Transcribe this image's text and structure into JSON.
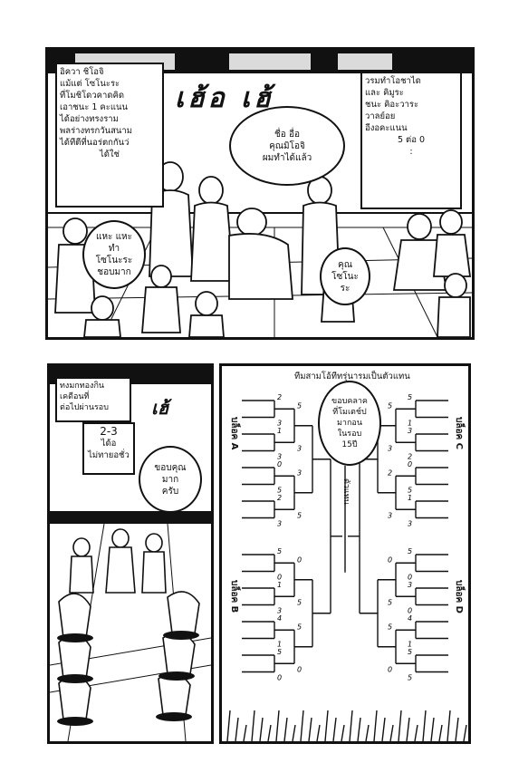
{
  "panel1": {
    "caption_left": [
      "อิควา ชิโอจิ",
      "แม้แต่ โซโนะระ",
      "ที่โมชิโดวคาดคิด",
      "เอาชนะ 1 คะแนน",
      "ได้อย่างทรงราม",
      "พลร่างทรกวันสนาม",
      "ได้ทีตีที่นอร่ตกกันว่",
      "ได้ใช่"
    ],
    "caption_right": [
      "วรมทำโอชาได",
      "และ คิมูระ",
      "ชนะ คิอะวาระ",
      "วาลย์อย",
      "อีงอคะแนน",
      "5 ต่อ 0",
      ":"
    ],
    "speech_center": [
      "ชื่อ อื่อ",
      "คุณมิโอจิ",
      "ผมทำได้แล้ว"
    ],
    "speech_left": [
      "แหะ แหะ",
      "ทำ",
      "โซโนะระ",
      "ชอบมาก"
    ],
    "speech_right": [
      "คุณ",
      "โซโนะ",
      "ระ"
    ],
    "sfx": "เฮ้อ เฮ้"
  },
  "panel2": {
    "caption_top": [
      "ทงมกทองกิน",
      "เคดีอนที่",
      "ต่อไปผ่านรอบ"
    ],
    "caption_mid": [
      "2-3",
      "ได้อ",
      "ไม่ทายอชั่ว"
    ],
    "speech": [
      "ขอบคุณ",
      "มาก",
      "ครับ"
    ],
    "sfx": "เฮ้"
  },
  "panel3": {
    "title": "ทีมสามโอ้ทีทรุ่นารมเป็นตัวแทน",
    "speech": [
      "ขอบคลาค",
      "ที่โมเตช์ป",
      "มากอน",
      "ในรอบ",
      "15ปี"
    ],
    "center_label": "ตัวแทน",
    "blocks": [
      "บล็อค A",
      "บล็อค B",
      "บล็อค C",
      "บล็อค D"
    ],
    "scores_a": [
      "2",
      "3",
      "1",
      "3",
      "0",
      "5",
      "2",
      "3",
      "5",
      "3",
      "3",
      "5"
    ],
    "scores_b": [
      "5",
      "0",
      "1",
      "3",
      "4",
      "1",
      "5",
      "0",
      "0",
      "5",
      "5",
      "0"
    ],
    "scores_c": [
      "5",
      "1",
      "3",
      "2",
      "0",
      "5",
      "1",
      "3",
      "5",
      "3",
      "2",
      "3"
    ],
    "scores_d": [
      "5",
      "0",
      "3",
      "0",
      "4",
      "1",
      "5",
      "5",
      "0",
      "5",
      "5",
      "0"
    ]
  }
}
